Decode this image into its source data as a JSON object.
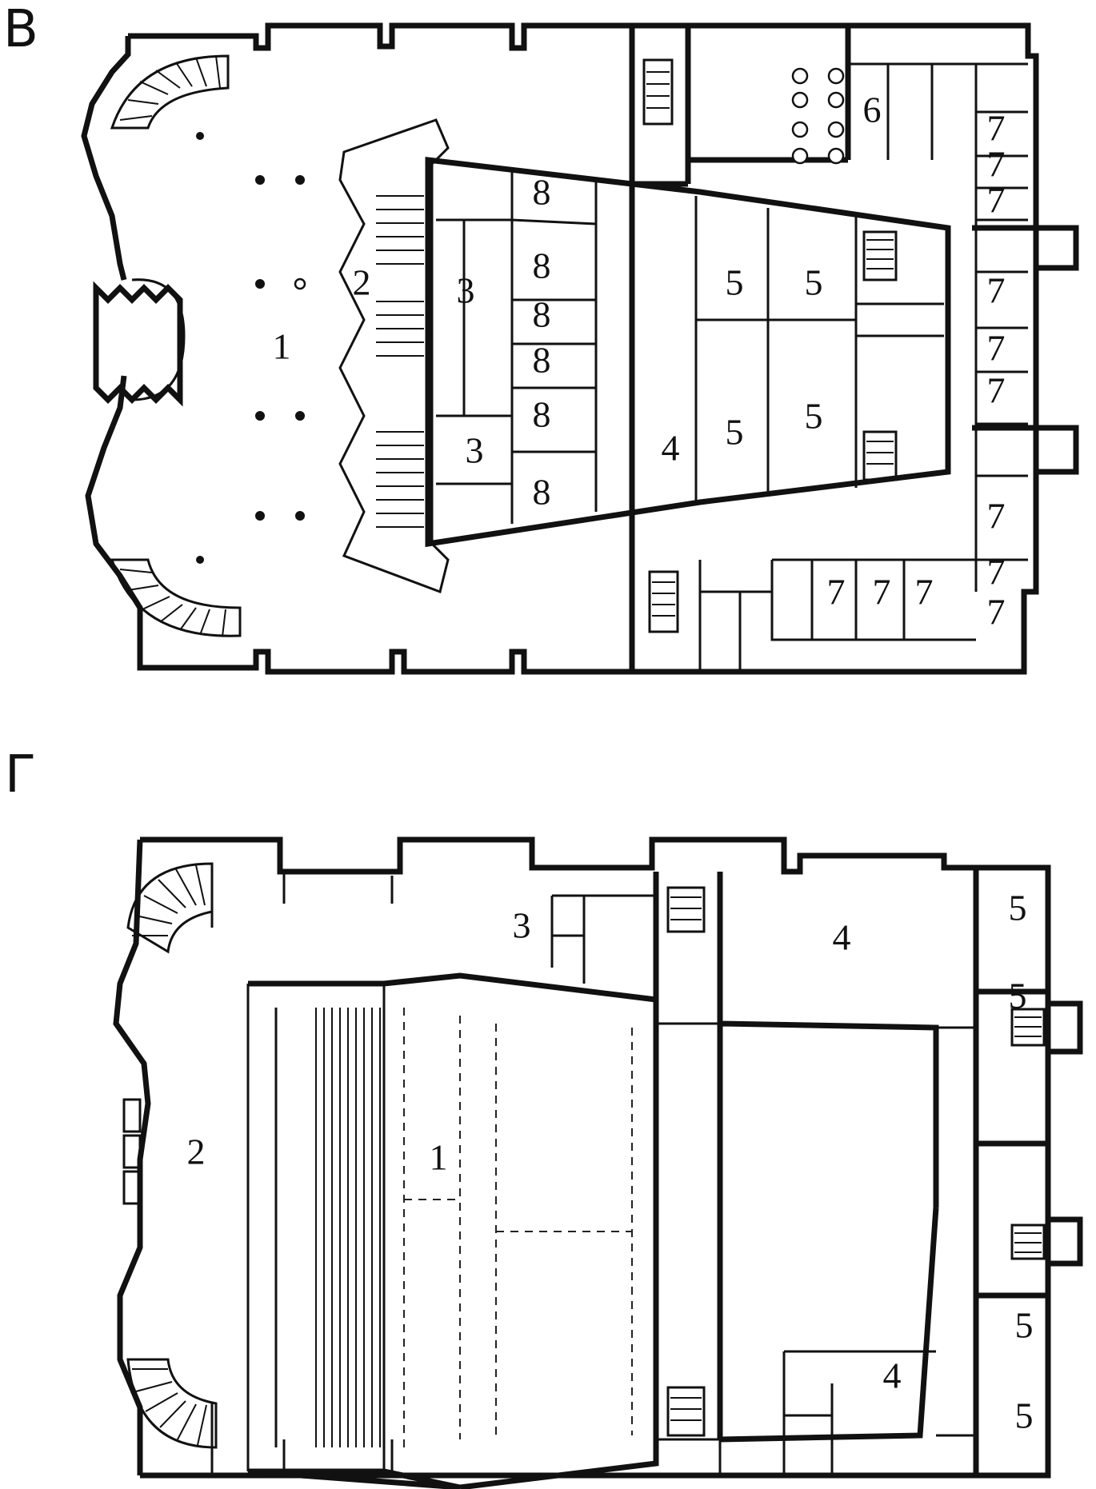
{
  "plans": [
    {
      "letter": "В",
      "labels": [
        "1",
        "2",
        "3",
        "3",
        "4",
        "5",
        "5",
        "5",
        "5",
        "6",
        "7",
        "7",
        "7",
        "7",
        "7",
        "7",
        "7",
        "7",
        "7",
        "7",
        "7",
        "7",
        "8",
        "8",
        "8",
        "8",
        "8",
        "8"
      ]
    },
    {
      "letter": "Г",
      "labels": [
        "1",
        "2",
        "3",
        "4",
        "4",
        "5",
        "5",
        "5",
        "5"
      ]
    }
  ]
}
